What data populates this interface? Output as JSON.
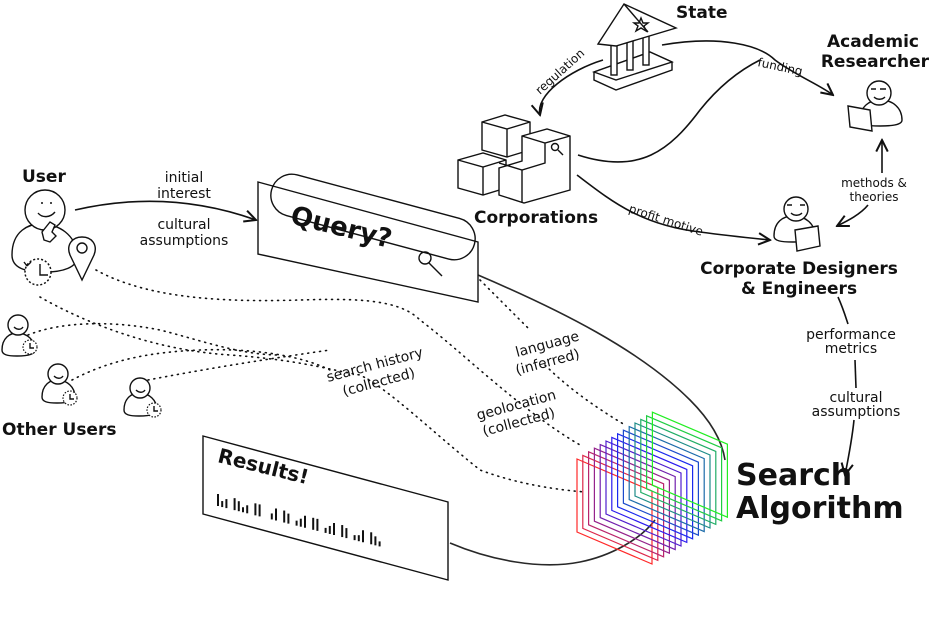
{
  "nodes": {
    "user": "User",
    "other_users": "Other Users",
    "query": "Query?",
    "results": "Results!",
    "state": "State",
    "corporations": "Corporations",
    "academic": [
      "Academic",
      "Researchers"
    ],
    "designers": [
      "Corporate Designers",
      "& Engineers"
    ],
    "algorithm": [
      "Search",
      "Algorithm"
    ]
  },
  "edges": {
    "initial_interest": [
      "initial",
      "interest"
    ],
    "cultural_assumptions_user": [
      "cultural",
      "assumptions"
    ],
    "regulation": "regulation",
    "funding": "funding",
    "profit_motive": "profit motive",
    "methods_theories": [
      "methods &",
      "theories"
    ],
    "performance_metrics": [
      "performance",
      "metrics"
    ],
    "cultural_assumptions_algo": [
      "cultural",
      "assumptions"
    ],
    "search_history": [
      "search history",
      "(collected)"
    ],
    "language": [
      "language",
      "(inferred)"
    ],
    "geolocation": [
      "geolocation",
      "(collected)"
    ]
  },
  "icons": {
    "user": "person-thinking-icon",
    "clock": "history-clock-icon",
    "pin": "location-pin-icon",
    "search": "magnifier-icon",
    "state": "government-building-icon",
    "corporations": "stacked-blocks-icon",
    "researcher": "person-laptop-icon",
    "cube": "layered-cube-icon"
  },
  "colors": {
    "ink": "#111111",
    "cube_red": "#ff2a2a",
    "cube_blue": "#1a1aff",
    "cube_green": "#22ee22"
  }
}
